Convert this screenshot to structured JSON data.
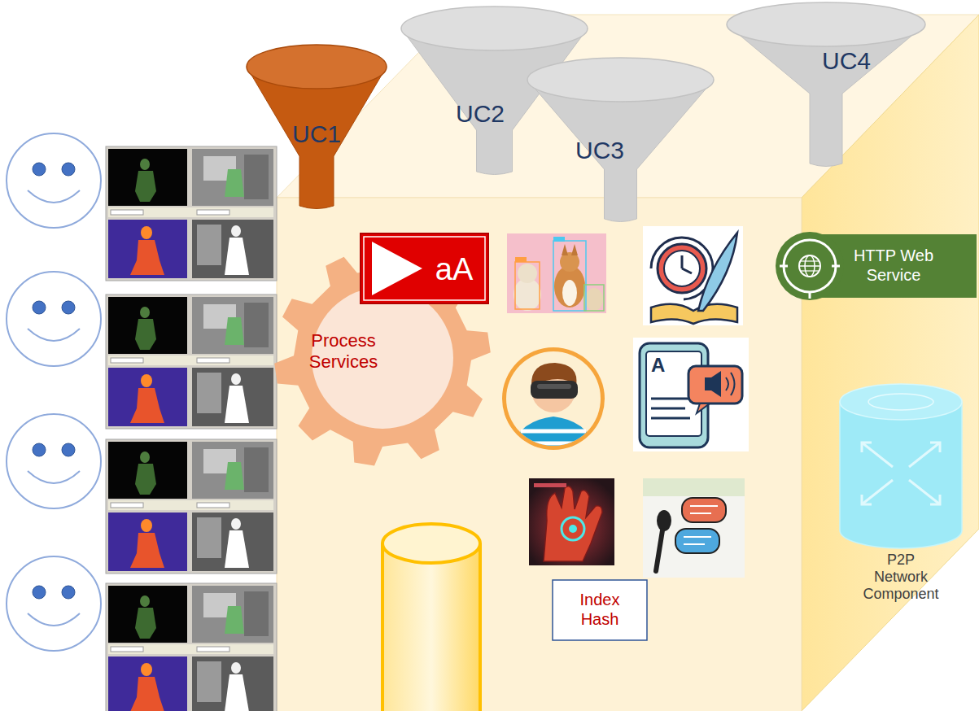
{
  "diagram": {
    "nodes": [
      {
        "text": [
          "UC1"
        ]
      },
      {
        "text": [
          "UC2"
        ]
      },
      {
        "text": [
          "UC3"
        ]
      },
      {
        "text": [
          "UC4"
        ]
      },
      {
        "text": [
          "Process Services"
        ]
      },
      {
        "text": [
          "aA"
        ]
      },
      {
        "text": [
          "HTTP Web Service"
        ]
      },
      {
        "text": [
          "P2P Network Component"
        ]
      },
      {
        "text": [
          "Index Hash"
        ]
      }
    ],
    "labels": [
      "A"
    ]
  }
}
